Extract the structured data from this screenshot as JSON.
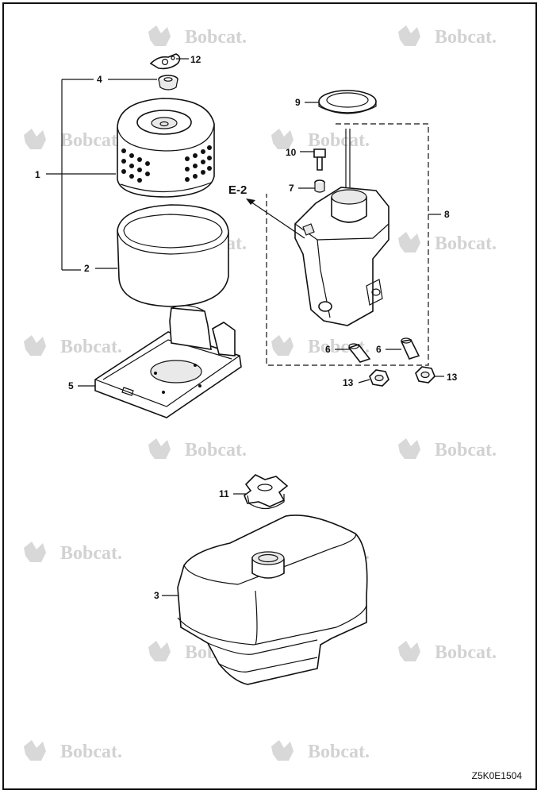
{
  "watermark": {
    "brand": "Bobcat."
  },
  "drawing_code": "Z5K0E1504",
  "section_ref": "E-2",
  "callouts": {
    "c1": "1",
    "c2": "2",
    "c3": "3",
    "c4": "4",
    "c5": "5",
    "c6a": "6",
    "c6b": "6",
    "c7": "7",
    "c8": "8",
    "c9": "9",
    "c10": "10",
    "c11": "11",
    "c12": "12",
    "c13a": "13",
    "c13b": "13"
  }
}
